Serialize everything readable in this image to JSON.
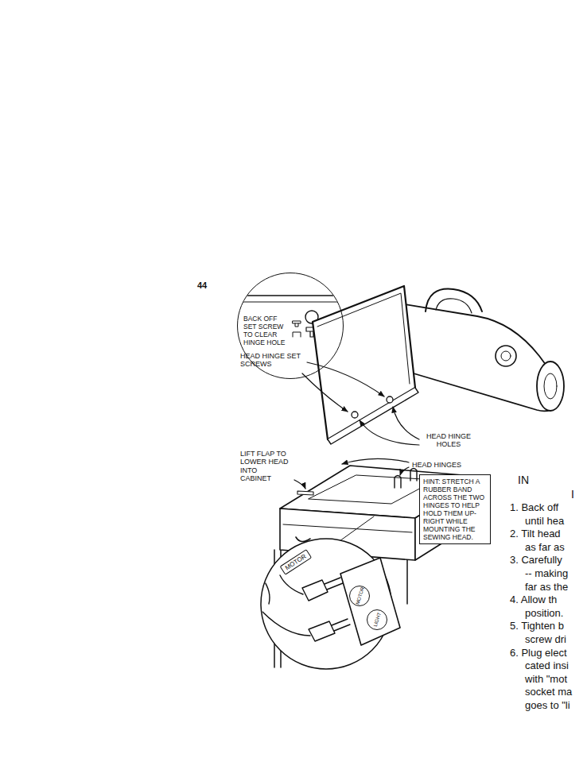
{
  "diagram": {
    "nodes": [
      {
        "text": [
          "BACK OFF SET SCREW TO CLEAR HINGE HOLE"
        ]
      },
      {
        "text": [
          "HINT: STRETCH A RUBBER BAND ACROSS THE TWO HINGES TO HELP HOLD THEM UP-RIGHT WHILE MOUNTING THE SEWING HEAD."
        ]
      },
      {
        "text": [
          "MOTOR"
        ]
      },
      {
        "text": [
          "MOTOR"
        ]
      },
      {
        "text": [
          "LIGHT"
        ]
      }
    ],
    "labels": [
      "44",
      "HEAD HINGE SET SCREWS",
      "LIFT FLAP TO LOWER HEAD INTO CABINET",
      "HEAD HINGE HOLES",
      "HEAD HINGES",
      "IN",
      "I",
      "1. Back off",
      "until hea",
      "2. Tilt head",
      "as far as",
      "3. Carefully",
      "-- making",
      "far as the",
      "4. Allow th",
      "position.",
      "5. Tighten b",
      "screw dri",
      "6. Plug elect",
      "cated insi",
      "with \"mot",
      "socket ma",
      "goes to \"li"
    ]
  }
}
